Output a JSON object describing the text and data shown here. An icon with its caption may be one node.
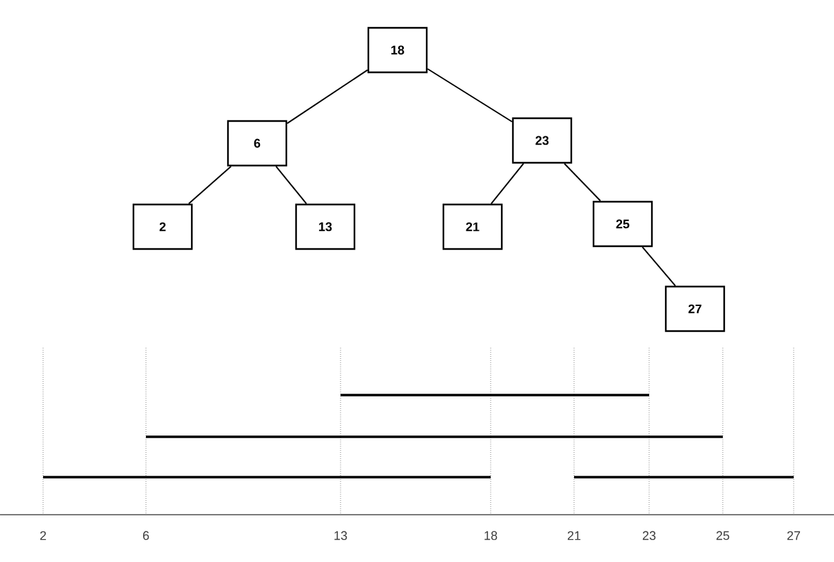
{
  "diagram": {
    "nodes": [
      {
        "text": [
          "18"
        ]
      },
      {
        "text": [
          "6"
        ]
      },
      {
        "text": [
          "23"
        ]
      },
      {
        "text": [
          "2"
        ]
      },
      {
        "text": [
          "13"
        ]
      },
      {
        "text": [
          "21"
        ]
      },
      {
        "text": [
          "25"
        ]
      },
      {
        "text": [
          "27"
        ]
      }
    ],
    "edges": [
      {
        "from": 0,
        "to": 1,
        "arrow": "none"
      },
      {
        "from": 0,
        "to": 2,
        "arrow": "none"
      },
      {
        "from": 1,
        "to": 3,
        "arrow": "none"
      },
      {
        "from": 1,
        "to": 4,
        "arrow": "none"
      },
      {
        "from": 2,
        "to": 5,
        "arrow": "none"
      },
      {
        "from": 2,
        "to": 6,
        "arrow": "none"
      },
      {
        "from": 6,
        "to": 7,
        "arrow": "none"
      }
    ],
    "labels": [
      "2",
      "6",
      "13",
      "18",
      "21",
      "23",
      "25",
      "27"
    ]
  }
}
